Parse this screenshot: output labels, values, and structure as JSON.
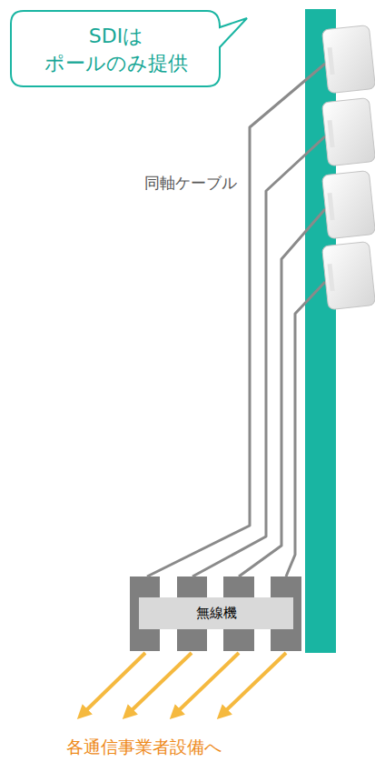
{
  "diagram": {
    "nodes": [
      {
        "text": [
          "SDIは ポールのみ提供"
        ]
      },
      {
        "text": [
          "無線機"
        ]
      }
    ],
    "labels": [
      "同軸ケーブル",
      "各通信事業者設備へ"
    ]
  }
}
